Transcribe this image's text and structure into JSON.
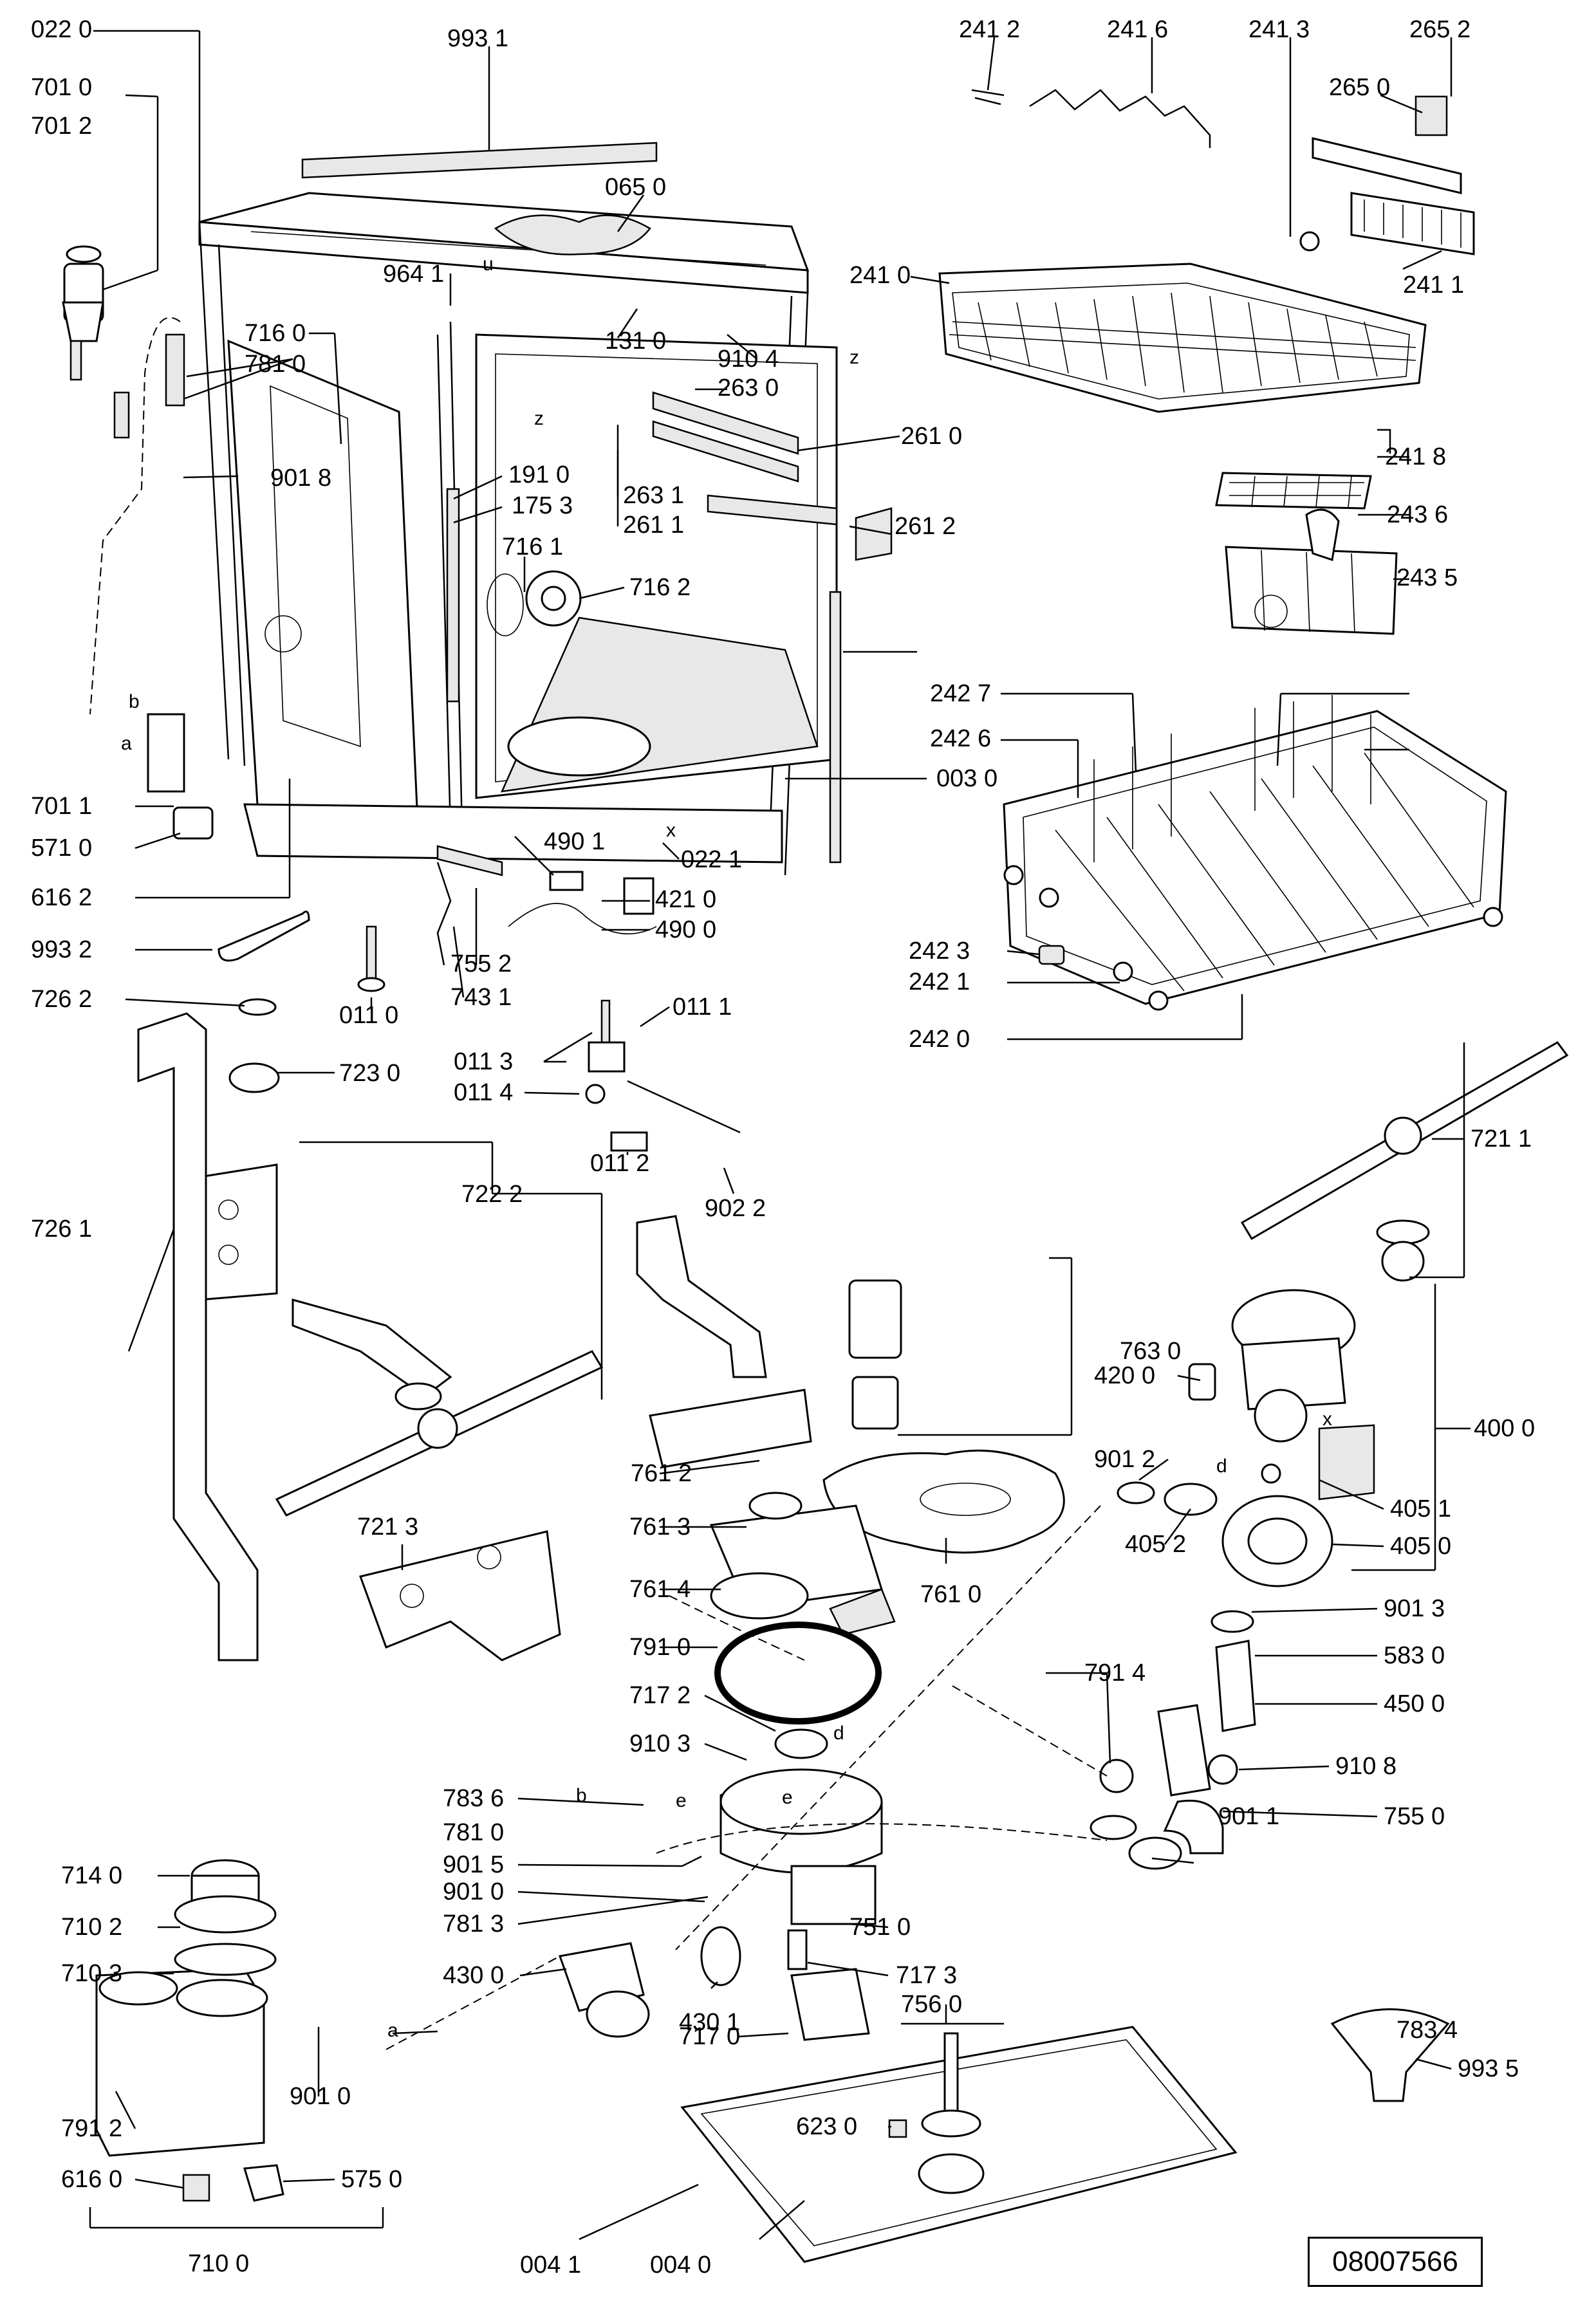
{
  "diagram": {
    "reference_number": "08007566",
    "callouts": [
      "022 0",
      "993 1",
      "065 0",
      "241 2",
      "241 6",
      "241 3",
      "265 2",
      "265 0",
      "241 1",
      "241 0",
      "701 0",
      "701 2",
      "964 1",
      "910 4",
      "131 0",
      "263 0",
      "261 0",
      "716 0",
      "781 0",
      "901 8",
      "191 0",
      "175 3",
      "263 1",
      "261 1",
      "261 2",
      "716 1",
      "716 2",
      "241 8",
      "243 6",
      "243 5",
      "242 7",
      "242 6",
      "003 0",
      "701 1",
      "571 0",
      "490 1",
      "022 1",
      "421 0",
      "490 0",
      "616 2",
      "993 2",
      "755 2",
      "743 1",
      "242 3",
      "242 1",
      "242 0",
      "726 2",
      "011 0",
      "011 1",
      "723 0",
      "011 3",
      "011 4",
      "011 2",
      "902 2",
      "722 2",
      "726 1",
      "721 1",
      "763 0",
      "420 0",
      "400 0",
      "761 2",
      "901 2",
      "405 1",
      "405 2",
      "721 3",
      "761 3",
      "405 0",
      "761 4",
      "761 0",
      "901 3",
      "791 0",
      "791 4",
      "583 0",
      "717 2",
      "450 0",
      "910 3",
      "910 8",
      "783 6",
      "901 1",
      "781 0",
      "755 0",
      "901 5",
      "901 0",
      "781 3",
      "714 0",
      "751 0",
      "710 2",
      "710 3",
      "430 0",
      "717 3",
      "430 1",
      "783 4",
      "717 0",
      "756 0",
      "993 5",
      "901 0",
      "623 0",
      "791 2",
      "616 0",
      "575 0",
      "710 0",
      "004 1",
      "004 0"
    ],
    "letter_marks": [
      "u",
      "z",
      "z",
      "x",
      "b",
      "a",
      "d",
      "e",
      "b",
      "d",
      "e",
      "a",
      "x"
    ]
  }
}
